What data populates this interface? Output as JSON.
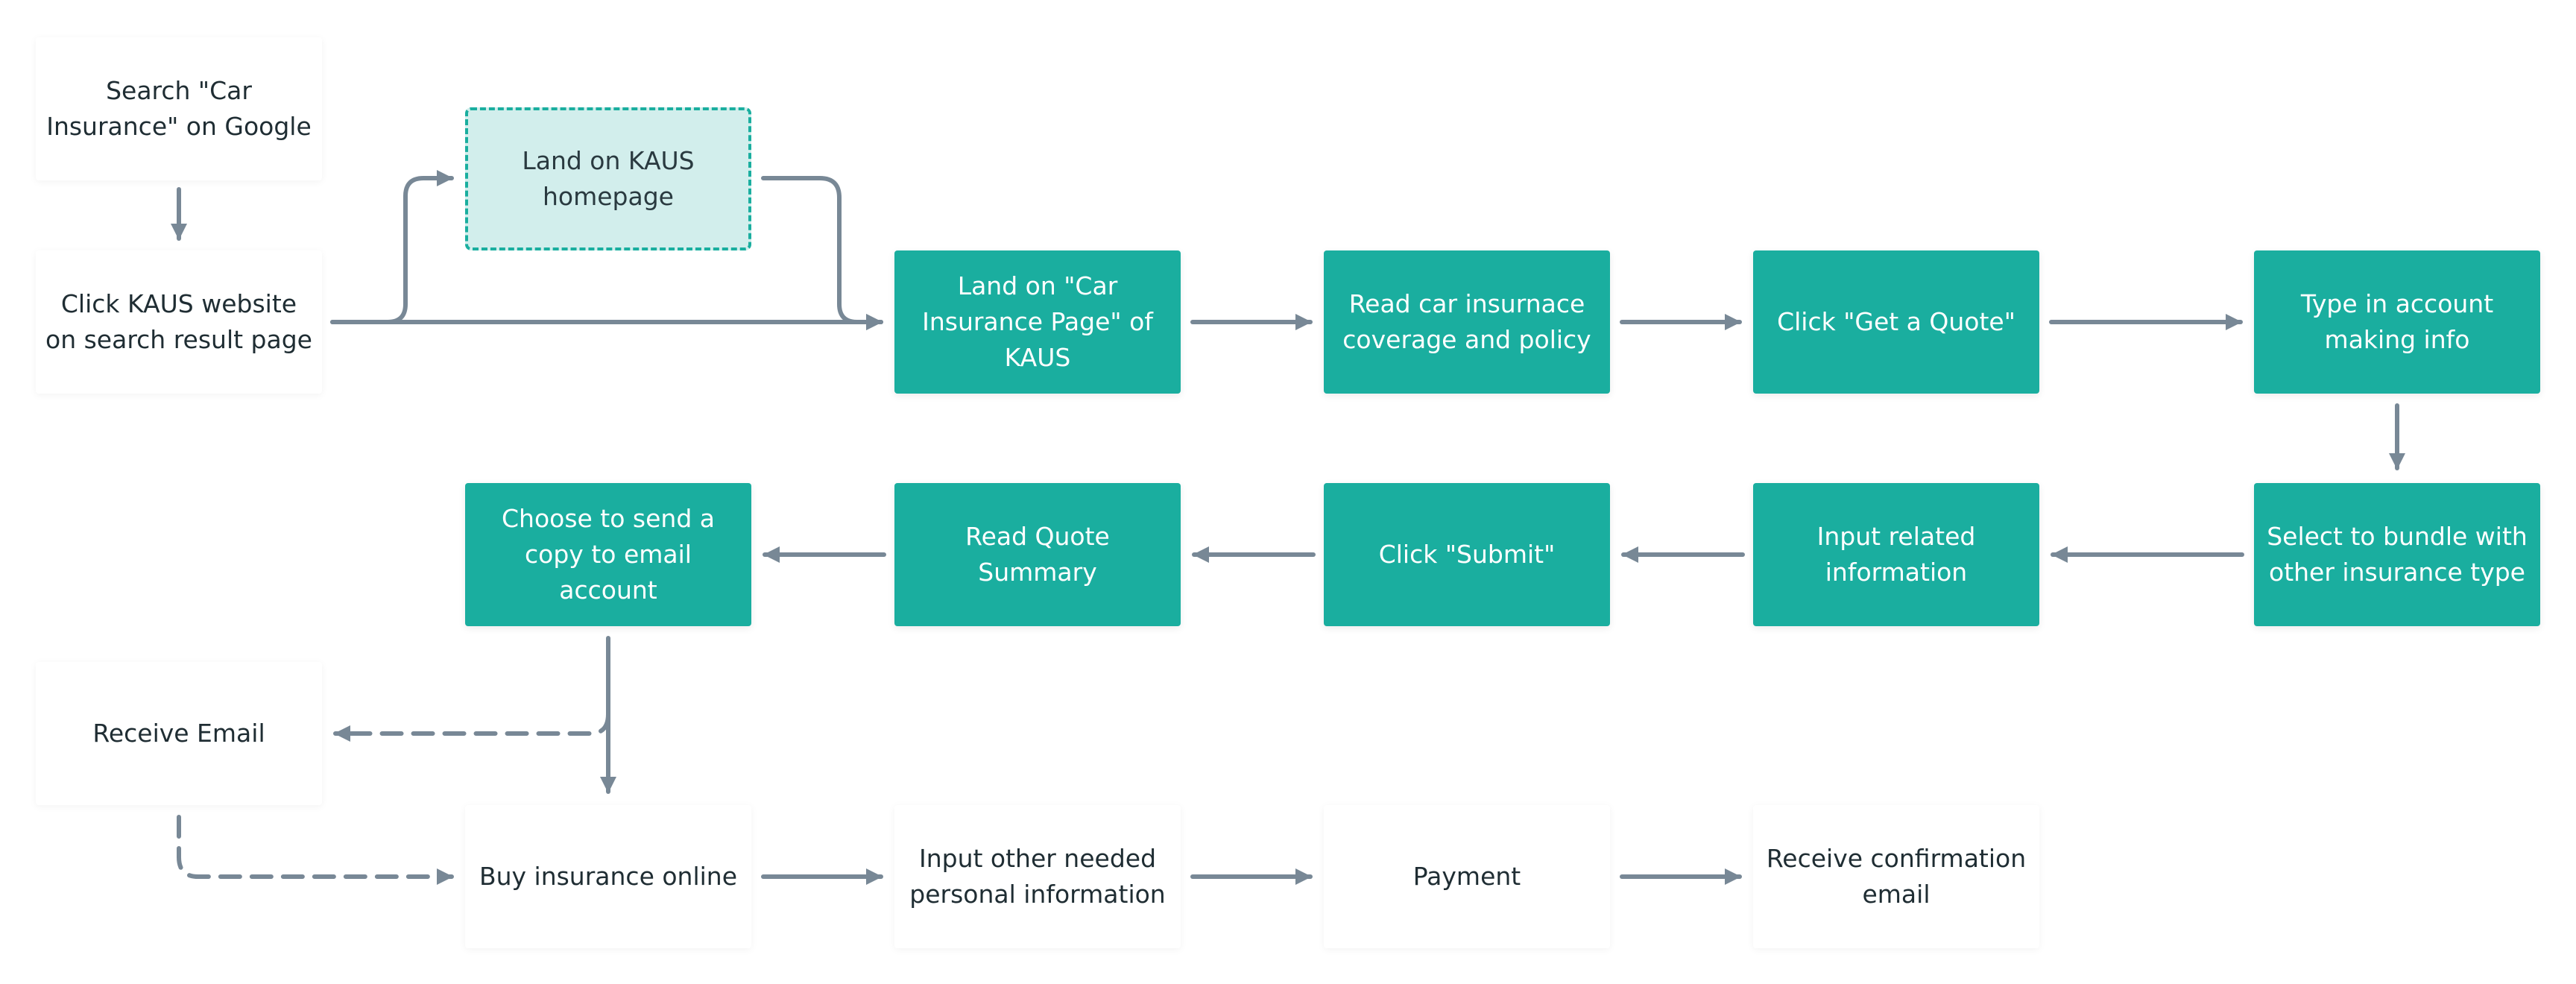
{
  "colors": {
    "primary": "#1aae9f",
    "highlight_fill": "#d2eeec",
    "connector": "#788896",
    "card_text": "#1f2d33"
  },
  "nodes": {
    "search_google": "Search \"Car Insurance\" on Google",
    "click_website": "Click KAUS website on search result page",
    "land_homepage": "Land on KAUS homepage",
    "land_car_page": "Land on \"Car Insurance Page\" of KAUS",
    "read_coverage": "Read car insurnace coverage and policy",
    "click_quote": "Click \"Get a Quote\"",
    "type_account": "Type in account making info",
    "select_bundle": "Select to bundle with other insurance type",
    "input_related": "Input related information",
    "click_submit": "Click \"Submit\"",
    "read_summary": "Read Quote Summary",
    "send_copy": "Choose to send a copy to email account",
    "receive_email": "Receive Email",
    "buy_online": "Buy insurance online",
    "input_personal": "Input other needed personal information",
    "payment": "Payment",
    "receive_confirmation": "Receive confirmation email"
  }
}
